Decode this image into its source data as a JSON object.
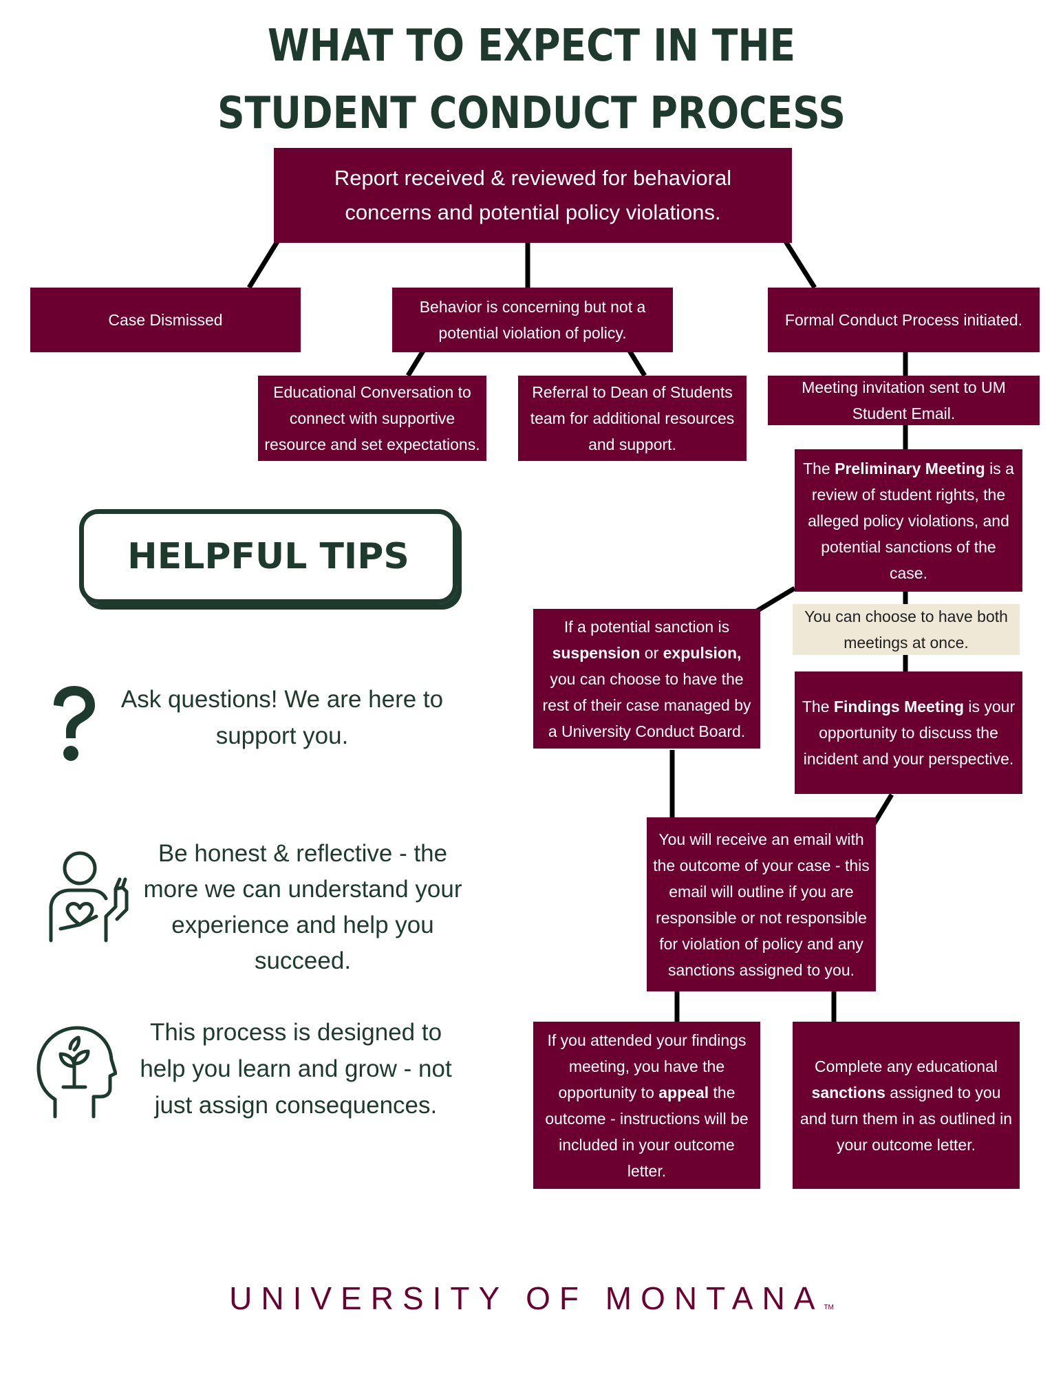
{
  "title": {
    "line1": "WHAT TO EXPECT IN THE",
    "line2": "STUDENT CONDUCT PROCESS"
  },
  "flow": {
    "report": "Report received & reviewed for behavioral concerns and potential policy violations.",
    "dismissed": "Case Dismissed",
    "concerning": "Behavior is concerning but not a potential violation of policy.",
    "formal": "Formal Conduct Process initiated.",
    "educational": "Educational Conversation to connect with supportive resource and set expectations.",
    "referral": "Referral to Dean of Students team for additional resources and support.",
    "invitation": "Meeting invitation sent to UM Student Email.",
    "preliminary": {
      "pre": "The ",
      "bold": "Preliminary Meeting",
      "post": " is a review of student rights, the alleged policy violations, and potential sanctions of the case."
    },
    "both_meetings": "You can choose to have both meetings at once.",
    "sanction": {
      "pre": "If a potential sanction  is ",
      "bold1": "suspension",
      "mid": " or ",
      "bold2": "expulsion,",
      "post": " you can choose to have the rest of their case managed by a University Conduct Board."
    },
    "findings": {
      "pre": "The ",
      "bold": "Findings Meeting",
      "post": " is your opportunity to discuss the incident and your perspective."
    },
    "outcome": "You will receive an email with the outcome of your case - this email will outline if you are responsible or not responsible for violation of policy and any sanctions assigned to you.",
    "appeal": {
      "pre": "If you attended your findings meeting, you have the opportunity to ",
      "bold": "appeal",
      "post": " the outcome - instructions will be included in your outcome letter."
    },
    "complete": {
      "pre": "Complete any educational ",
      "bold": "sanctions",
      "post": " assigned to you and turn them in as outlined in your outcome letter."
    }
  },
  "tips": {
    "heading": "HELPFUL TIPS",
    "items": [
      {
        "icon": "question-mark-icon",
        "text": "Ask questions! We are here to support you."
      },
      {
        "icon": "person-heart-icon",
        "text": "Be honest & reflective - the more we can understand your experience and help you succeed."
      },
      {
        "icon": "head-sprout-icon",
        "text": "This process is designed to help you learn and grow - not just assign consequences."
      }
    ]
  },
  "footer": {
    "wordmark": "UNIVERSITY OF MONTANA",
    "tm": "TM"
  },
  "colors": {
    "maroon": "#6b0030",
    "dark_green": "#1e3a2f",
    "cream": "#efe8d6"
  }
}
